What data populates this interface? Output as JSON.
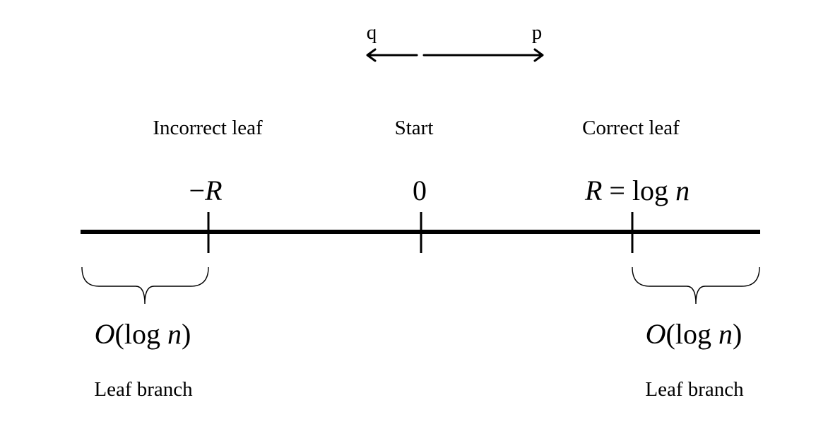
{
  "directions": {
    "left": "q",
    "right": "p"
  },
  "regions": {
    "left": "Incorrect leaf",
    "center": "Start",
    "right": "Correct leaf"
  },
  "ticks": {
    "left": {
      "sign": "−",
      "var": "R"
    },
    "center": {
      "value": "0"
    },
    "right": {
      "var": "R",
      "eq": " = ",
      "fn": "log",
      "arg": "n"
    }
  },
  "braces": {
    "left": {
      "O": "O",
      "open": "(",
      "fn": "log",
      "arg": "n",
      "close": ")",
      "caption": "Leaf branch"
    },
    "right": {
      "O": "O",
      "open": "(",
      "fn": "log",
      "arg": "n",
      "close": ")",
      "caption": "Leaf branch"
    }
  },
  "colors": {
    "ink": "#000000",
    "background": "#ffffff"
  }
}
